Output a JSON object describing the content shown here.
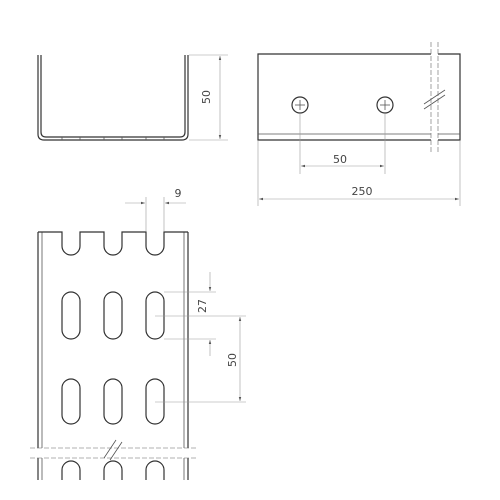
{
  "dimensions": {
    "side_height": "50",
    "hole_spacing": "50",
    "overall_length": "250",
    "slot_width": "9",
    "slot_length": "27",
    "slot_pitch": "50"
  }
}
